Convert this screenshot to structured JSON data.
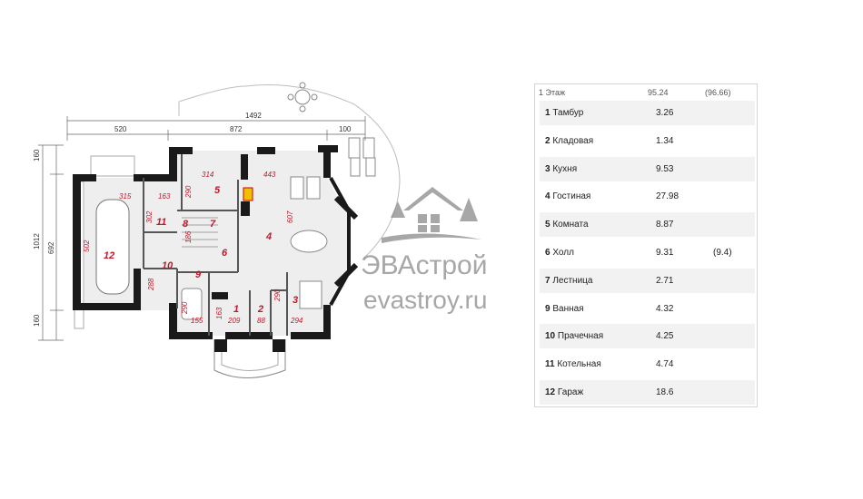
{
  "table": {
    "floor_label": "1 Этаж",
    "floor_area": "95.24",
    "floor_area_alt": "(96.66)",
    "rooms": [
      {
        "num": "1",
        "name": "Тамбур",
        "area": "3.26",
        "alt": ""
      },
      {
        "num": "2",
        "name": "Кладовая",
        "area": "1.34",
        "alt": ""
      },
      {
        "num": "3",
        "name": "Кухня",
        "area": "9.53",
        "alt": ""
      },
      {
        "num": "4",
        "name": "Гостиная",
        "area": "27.98",
        "alt": ""
      },
      {
        "num": "5",
        "name": "Комната",
        "area": "8.87",
        "alt": ""
      },
      {
        "num": "6",
        "name": "Холл",
        "area": "9.31",
        "alt": "(9.4)"
      },
      {
        "num": "7",
        "name": "Лестница",
        "area": "2.71",
        "alt": ""
      },
      {
        "num": "9",
        "name": "Ванная",
        "area": "4.32",
        "alt": ""
      },
      {
        "num": "10",
        "name": "Прачечная",
        "area": "4.25",
        "alt": ""
      },
      {
        "num": "11",
        "name": "Котельная",
        "area": "4.74",
        "alt": ""
      },
      {
        "num": "12",
        "name": "Гараж",
        "area": "18.6",
        "alt": ""
      }
    ]
  },
  "plan": {
    "overall_dims": {
      "total": "1492",
      "left": "520",
      "middle": "872",
      "right": "100"
    },
    "side_dims": {
      "top": "160",
      "total": "1012",
      "mid": "692",
      "bottom": "160"
    },
    "room_numbers": {
      "r1": "1",
      "r2": "2",
      "r3": "3",
      "r4": "4",
      "r5": "5",
      "r6": "6",
      "r7": "7",
      "r8": "8",
      "r9": "9",
      "r10": "10",
      "r11": "11",
      "r12": "12"
    },
    "room_dims": {
      "d315": "315",
      "d163a": "163",
      "d302": "302",
      "d502": "502",
      "d314": "314",
      "d443": "443",
      "d290a": "290",
      "d607": "607",
      "d186": "186",
      "d288": "288",
      "d290b": "290",
      "d155": "155",
      "d163b": "163",
      "d209": "209",
      "d88": "88",
      "d290c": "290",
      "d294": "294"
    }
  },
  "watermark": {
    "brand": "ЭВАстрой",
    "site": "evastroy.ru"
  }
}
